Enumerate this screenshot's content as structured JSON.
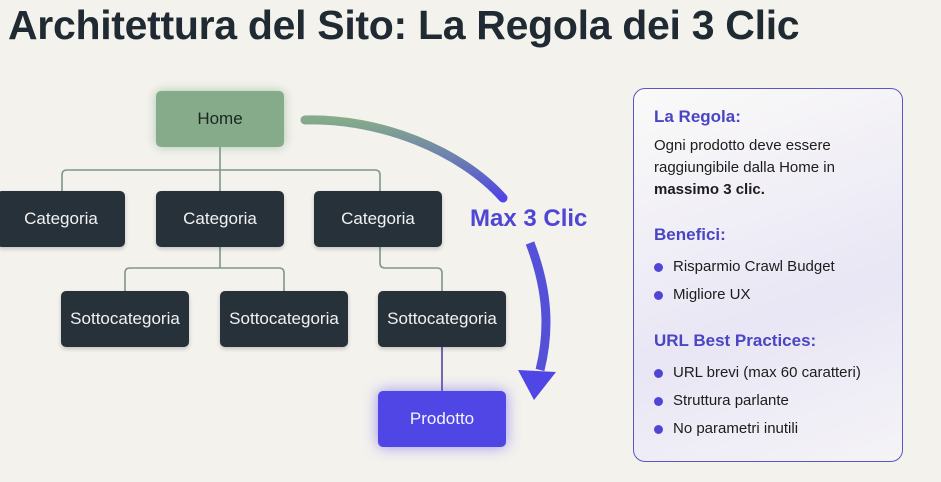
{
  "title": "Architettura del Sito: La Regola dei 3 Clic",
  "tree": {
    "home": "Home",
    "categories": [
      "Categoria",
      "Categoria",
      "Categoria"
    ],
    "subcategories": [
      "Sottocategoria",
      "Sottocategoria",
      "Sottocategoria"
    ],
    "product": "Prodotto",
    "arrow_label": "Max 3 Clic"
  },
  "panel": {
    "rule_heading": "La Regola:",
    "rule_text": "Ogni prodotto deve essere raggiungibile dalla Home in",
    "rule_bold": "massimo 3 clic.",
    "benefits_heading": "Benefici:",
    "benefits": [
      "Risparmio Crawl Budget",
      "Migliore UX"
    ],
    "url_heading": "URL Best Practices:",
    "url_items": [
      "URL brevi (max 60 caratteri)",
      "Struttura parlante",
      "No parametri inutili"
    ]
  },
  "colors": {
    "accent": "#4f46e5",
    "home": "#86ab8a",
    "node": "#27313a"
  }
}
